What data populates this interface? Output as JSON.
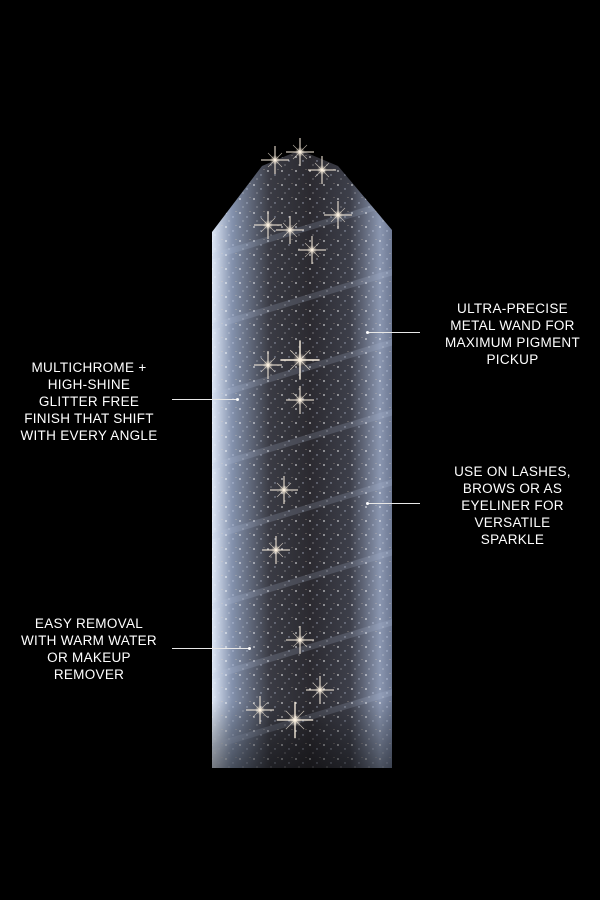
{
  "background_color": "#000000",
  "text_color": "#ffffff",
  "product_image": {
    "subject": "glitter mascara wand",
    "icon": "glitter-wand-image"
  },
  "callouts": {
    "wand": [
      "ULTRA-PRECISE",
      "METAL WAND FOR",
      "MAXIMUM PIGMENT",
      "PICKUP"
    ],
    "finish": [
      "MULTICHROME +",
      "HIGH-SHINE",
      "GLITTER FREE",
      "FINISH THAT SHIFT",
      "WITH EVERY ANGLE"
    ],
    "usage": [
      "USE ON LASHES,",
      "BROWS OR AS",
      "EYELINER FOR",
      "VERSATILE",
      "SPARKLE"
    ],
    "removal": [
      "EASY REMOVAL",
      "WITH WARM WATER",
      "OR MAKEUP",
      "REMOVER"
    ]
  }
}
